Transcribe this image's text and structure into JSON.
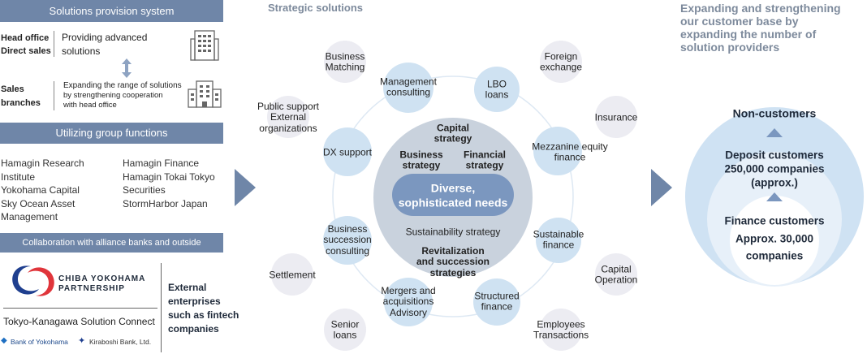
{
  "left": {
    "section1_title": "Solutions provision system",
    "head_office": {
      "label_l1": "Head office",
      "label_l2": "Direct sales",
      "desc_l1": "Providing advanced",
      "desc_l2": "solutions"
    },
    "sales_branches": {
      "label_l1": "Sales",
      "label_l2": "branches",
      "desc_l1": "Expanding the range of solutions",
      "desc_l2": "by strengthening cooperation",
      "desc_l3": "with head office"
    },
    "section2_title": "Utilizing group functions",
    "group_col1": [
      "Hamagin Research",
      "Institute",
      "Yokohama Capital",
      "Sky Ocean Asset",
      "Management"
    ],
    "group_col2": [
      "Hamagin Finance",
      "Hamagin Tokai Tokyo",
      "Securities",
      "StormHarbor Japan"
    ],
    "section3_title": "Collaboration with alliance banks and outside businesses",
    "partnership_l1": "CHIBA YOKOHAMA",
    "partnership_l2": "PARTNERSHIP",
    "solution_connect": "Tokyo-Kanagawa Solution Connect",
    "bank1": "Bank of Yokohama",
    "bank2": "Kiraboshi Bank, Ltd.",
    "external_l1": "External",
    "external_l2": "enterprises",
    "external_l3": "such as fintech",
    "external_l4": "companies"
  },
  "middle": {
    "title": "Strategic solutions",
    "core": {
      "capital_l1": "Capital",
      "capital_l2": "strategy",
      "business_l1": "Business",
      "business_l2": "strategy",
      "financial_l1": "Financial",
      "financial_l2": "strategy",
      "needs_l1": "Diverse,",
      "needs_l2": "sophisticated needs",
      "sustainability": "Sustainability strategy",
      "revital_l1": "Revitalization",
      "revital_l2": "and succession",
      "revital_l3": "strategies"
    },
    "ring_nodes": {
      "mgmt_l1": "Management",
      "mgmt_l2": "consulting",
      "lbo_l1": "LBO",
      "lbo_l2": "loans",
      "mezz_l1": "Mezzanine equity",
      "mezz_l2": "finance",
      "sustfin_l1": "Sustainable",
      "sustfin_l2": "finance",
      "struct_l1": "Structured",
      "struct_l2": "finance",
      "ma_l1": "Mergers and",
      "ma_l2": "acquisitions",
      "ma_l3": "Advisory",
      "bsc_l1": "Business",
      "bsc_l2": "succession",
      "bsc_l3": "consulting",
      "dx": "DX support"
    },
    "outer_nodes": {
      "bm_l1": "Business",
      "bm_l2": "Matching",
      "fx_l1": "Foreign",
      "fx_l2": "exchange",
      "insurance": "Insurance",
      "capop_l1": "Capital",
      "capop_l2": "Operation",
      "emp_l1": "Employees",
      "emp_l2": "Transactions",
      "senior_l1": "Senior",
      "senior_l2": "loans",
      "settlement": "Settlement",
      "ps_l1": "Public support",
      "ps_l2": "External",
      "ps_l3": "organizations"
    }
  },
  "right": {
    "title_l1": "Expanding and strengthening",
    "title_l2": "our customer base by",
    "title_l3": "expanding the number of",
    "title_l4": "solution providers",
    "non_customers": "Non-customers",
    "deposit_l1": "Deposit customers",
    "deposit_l2": "250,000 companies",
    "deposit_l3": "(approx.)",
    "finance_l1": "Finance customers",
    "finance_l2": "Approx. 30,000",
    "finance_l3": "companies"
  },
  "colors": {
    "bar": "#6f86a8",
    "core": "#c9d2dd",
    "needs": "#7b97bf",
    "ring_node": "#cfe2f2",
    "outer_node": "#ececf2",
    "arrow": "#6f86a8",
    "right_big": "#cfe2f3"
  }
}
